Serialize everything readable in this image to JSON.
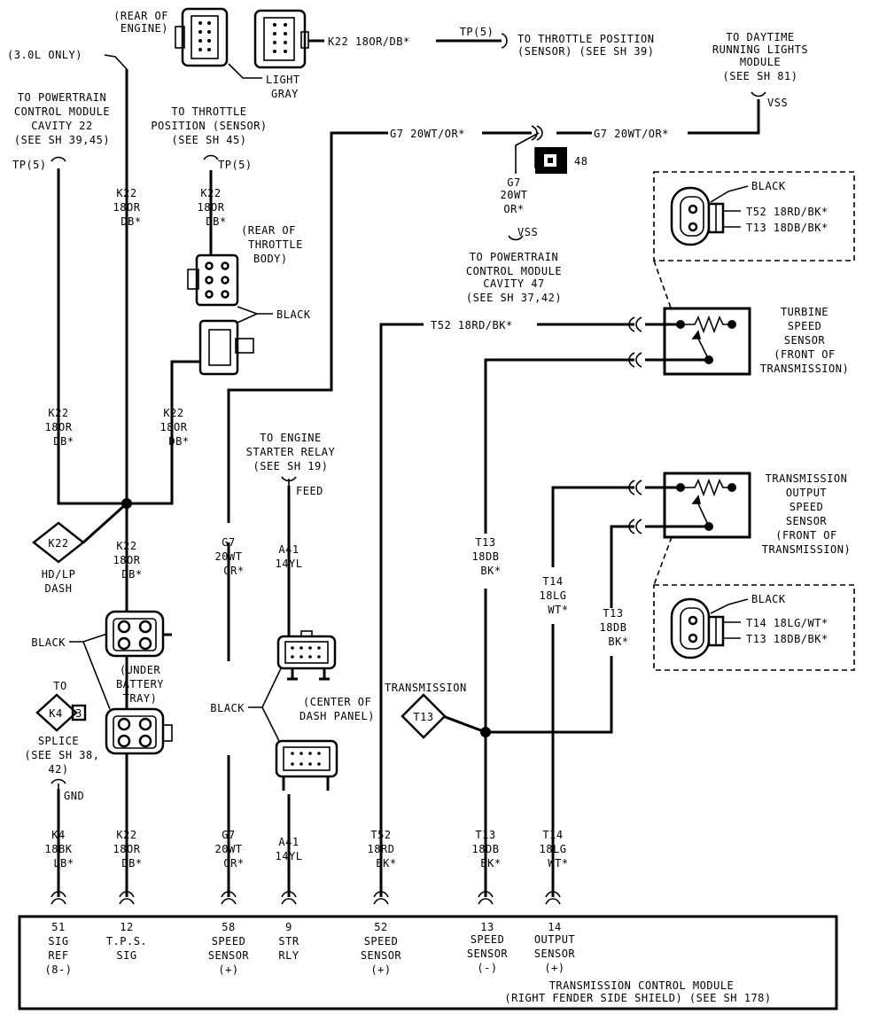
{
  "labels": {
    "rear_of_engine": [
      "(REAR OF",
      "ENGINE)"
    ],
    "only_3_0l": "(3.0L ONLY)",
    "light_gray": [
      "LIGHT",
      "GRAY"
    ],
    "k22_top": "K22 18OR/DB*",
    "tp5_throttle": "TP(5)",
    "to_throttle_position": [
      "TO THROTTLE POSITION",
      "(SENSOR) (SEE SH 39)"
    ],
    "to_daytime": [
      "TO DAYTIME",
      "RUNNING LIGHTS",
      "MODULE",
      "(SEE SH 81)"
    ],
    "vss_top": "VSS",
    "to_pcm_22": [
      "TO POWERTRAIN",
      "CONTROL MODULE",
      "CAVITY 22",
      "(SEE SH 39,45)"
    ],
    "tp5_left": "TP(5)",
    "to_tps_45": [
      "TO THROTTLE",
      "POSITION (SENSOR)",
      "(SEE SH 45)"
    ],
    "tp5_mid": "TP(5)",
    "g7_left": "G7 20WT/OR*",
    "g7_right": "G7 20WT/OR*",
    "ground_48": "48",
    "g7_vert": [
      "G7",
      "20WT",
      "OR*"
    ],
    "vss_mid": "VSS",
    "to_pcm_47": [
      "TO POWERTRAIN",
      "CONTROL MODULE",
      "CAVITY 47",
      "(SEE SH 37,42)"
    ],
    "k22_left_upper": [
      "K22",
      "18OR",
      "DB*"
    ],
    "k22_mid_upper": [
      "K22",
      "18OR",
      "DB*"
    ],
    "rear_throttle_body": [
      "(REAR OF",
      "THROTTLE",
      "BODY)"
    ],
    "black_throttle": "BLACK",
    "black_turbine": "BLACK",
    "t52_turbine_conn": "T52 18RD/BK*",
    "t13_turbine_conn": "T13 18DB/BK*",
    "t52_horizontal": "T52 18RD/BK*",
    "turbine_speed": [
      "TURBINE",
      "SPEED",
      "SENSOR",
      "(FRONT OF",
      "TRANSMISSION)"
    ],
    "k22_left_lower": [
      "K22",
      "18OR",
      "DB*"
    ],
    "k22_mid_lower": [
      "K22",
      "18OR",
      "DB*"
    ],
    "to_starter_relay": [
      "TO ENGINE",
      "STARTER RELAY",
      "(SEE SH 19)"
    ],
    "feed": "FEED",
    "output_speed": [
      "TRANSMISSION",
      "OUTPUT",
      "SPEED",
      "SENSOR",
      "(FRONT OF",
      "TRANSMISSION)"
    ],
    "k22_splice": "K22",
    "hd_lp_dash": [
      "HD/LP",
      "DASH"
    ],
    "k22_center": [
      "K22",
      "18OR",
      "DB*"
    ],
    "g7_mid": [
      "G7",
      "20WT",
      "OR*"
    ],
    "a41_mid": [
      "A41",
      "14YL"
    ],
    "t13_mid": [
      "T13",
      "18DB",
      "BK*"
    ],
    "t14_mid": [
      "T14",
      "18LG",
      "WT*"
    ],
    "t13_right": [
      "T13",
      "18DB",
      "BK*"
    ],
    "black_output": "BLACK",
    "t14_output_conn": "T14 18LG/WT*",
    "t13_output_conn": "T13 18DB/BK*",
    "black_battery": "BLACK",
    "under_battery": [
      "(UNDER",
      "BATTERY",
      "TRAY)"
    ],
    "to_k4": "TO",
    "k4_splice": "K4",
    "k4_num": "3",
    "splice_see": [
      "SPLICE",
      "(SEE SH 38,",
      "42)"
    ],
    "gnd": "GND",
    "transmission": "TRANSMISSION",
    "t13_splice": "T13",
    "black_dash": "BLACK",
    "center_dash": [
      "(CENTER OF",
      "DASH PANEL)"
    ],
    "k4_bottom": [
      "K4",
      "18BK",
      "LB*"
    ],
    "k22_bottom": [
      "K22",
      "18OR",
      "DB*"
    ],
    "g7_bottom": [
      "G7",
      "20WT",
      "OR*"
    ],
    "a41_bottom": [
      "A41",
      "14YL"
    ],
    "t52_bottom": [
      "T52",
      "18RD",
      "BK*"
    ],
    "t13_bottom": [
      "T13",
      "18DB",
      "BK*"
    ],
    "t14_bottom": [
      "T14",
      "18LG",
      "WT*"
    ],
    "pins": [
      {
        "num": "51",
        "name": [
          "SIG",
          "REF"
        ],
        "sign": "(8-)"
      },
      {
        "num": "12",
        "name": [
          "T.P.S.",
          "SIG"
        ],
        "sign": ""
      },
      {
        "num": "58",
        "name": [
          "SPEED",
          "SENSOR"
        ],
        "sign": "(+)"
      },
      {
        "num": "9",
        "name": [
          "STR",
          "RLY"
        ],
        "sign": ""
      },
      {
        "num": "52",
        "name": [
          "SPEED",
          "SENSOR"
        ],
        "sign": "(+)"
      },
      {
        "num": "13",
        "name": [
          "SPEED",
          "SENSOR"
        ],
        "sign": "(-)"
      },
      {
        "num": "14",
        "name": [
          "OUTPUT",
          "SENSOR"
        ],
        "sign": "(+)"
      }
    ],
    "tcm": [
      "TRANSMISSION CONTROL MODULE",
      "(RIGHT FENDER SIDE SHIELD) (SEE SH 178)"
    ]
  }
}
